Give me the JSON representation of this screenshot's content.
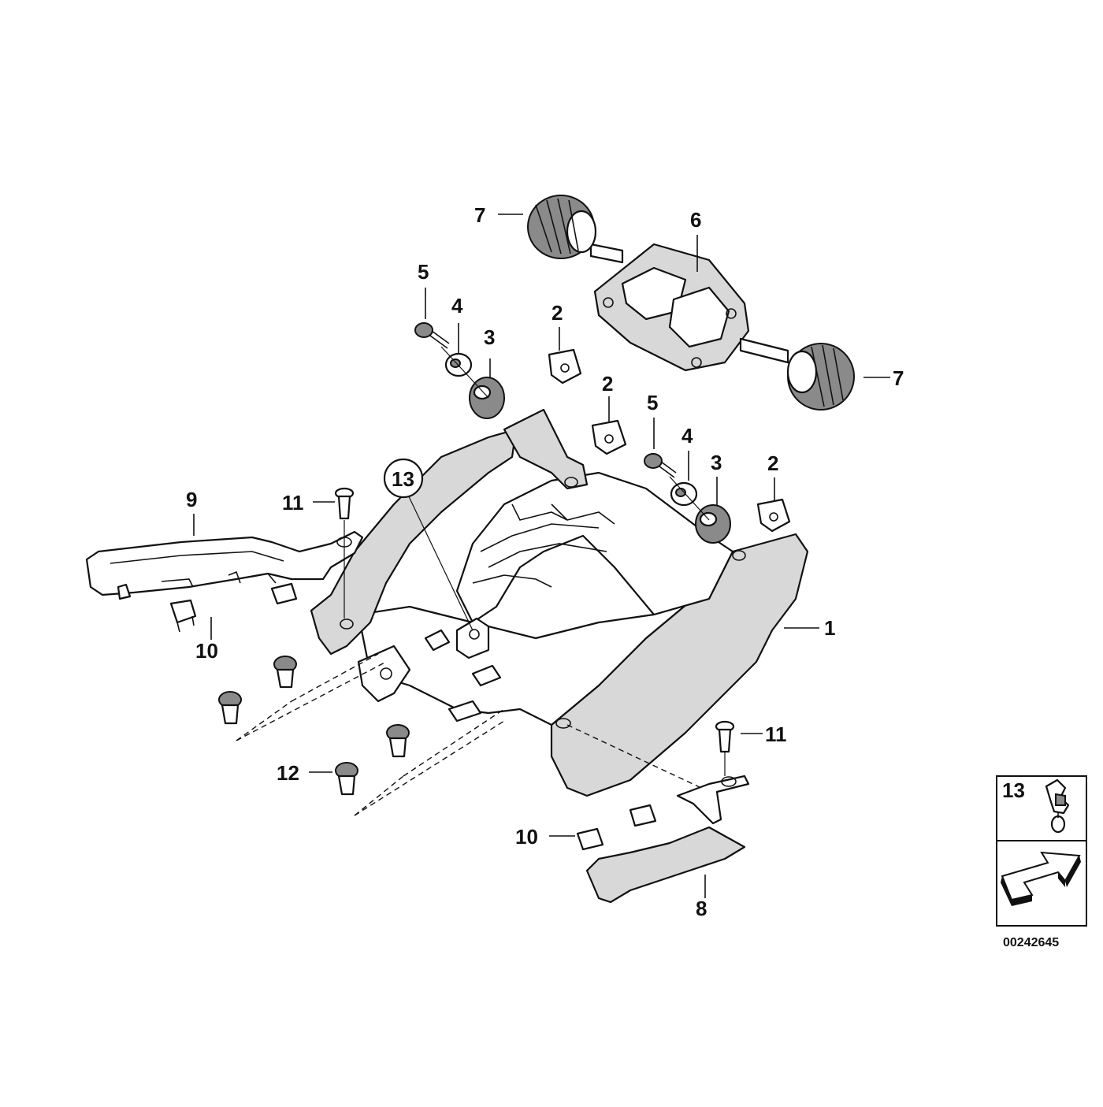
{
  "callouts": {
    "c1": "1",
    "c2a": "2",
    "c2b": "2",
    "c2c": "2",
    "c3a": "3",
    "c3b": "3",
    "c4a": "4",
    "c4b": "4",
    "c5a": "5",
    "c5b": "5",
    "c6": "6",
    "c7a": "7",
    "c7b": "7",
    "c8": "8",
    "c9": "9",
    "c10a": "10",
    "c10b": "10",
    "c11a": "11",
    "c11b": "11",
    "c12": "12",
    "c13": "13"
  },
  "inset": {
    "label": "13"
  },
  "reference_number": "00242645"
}
